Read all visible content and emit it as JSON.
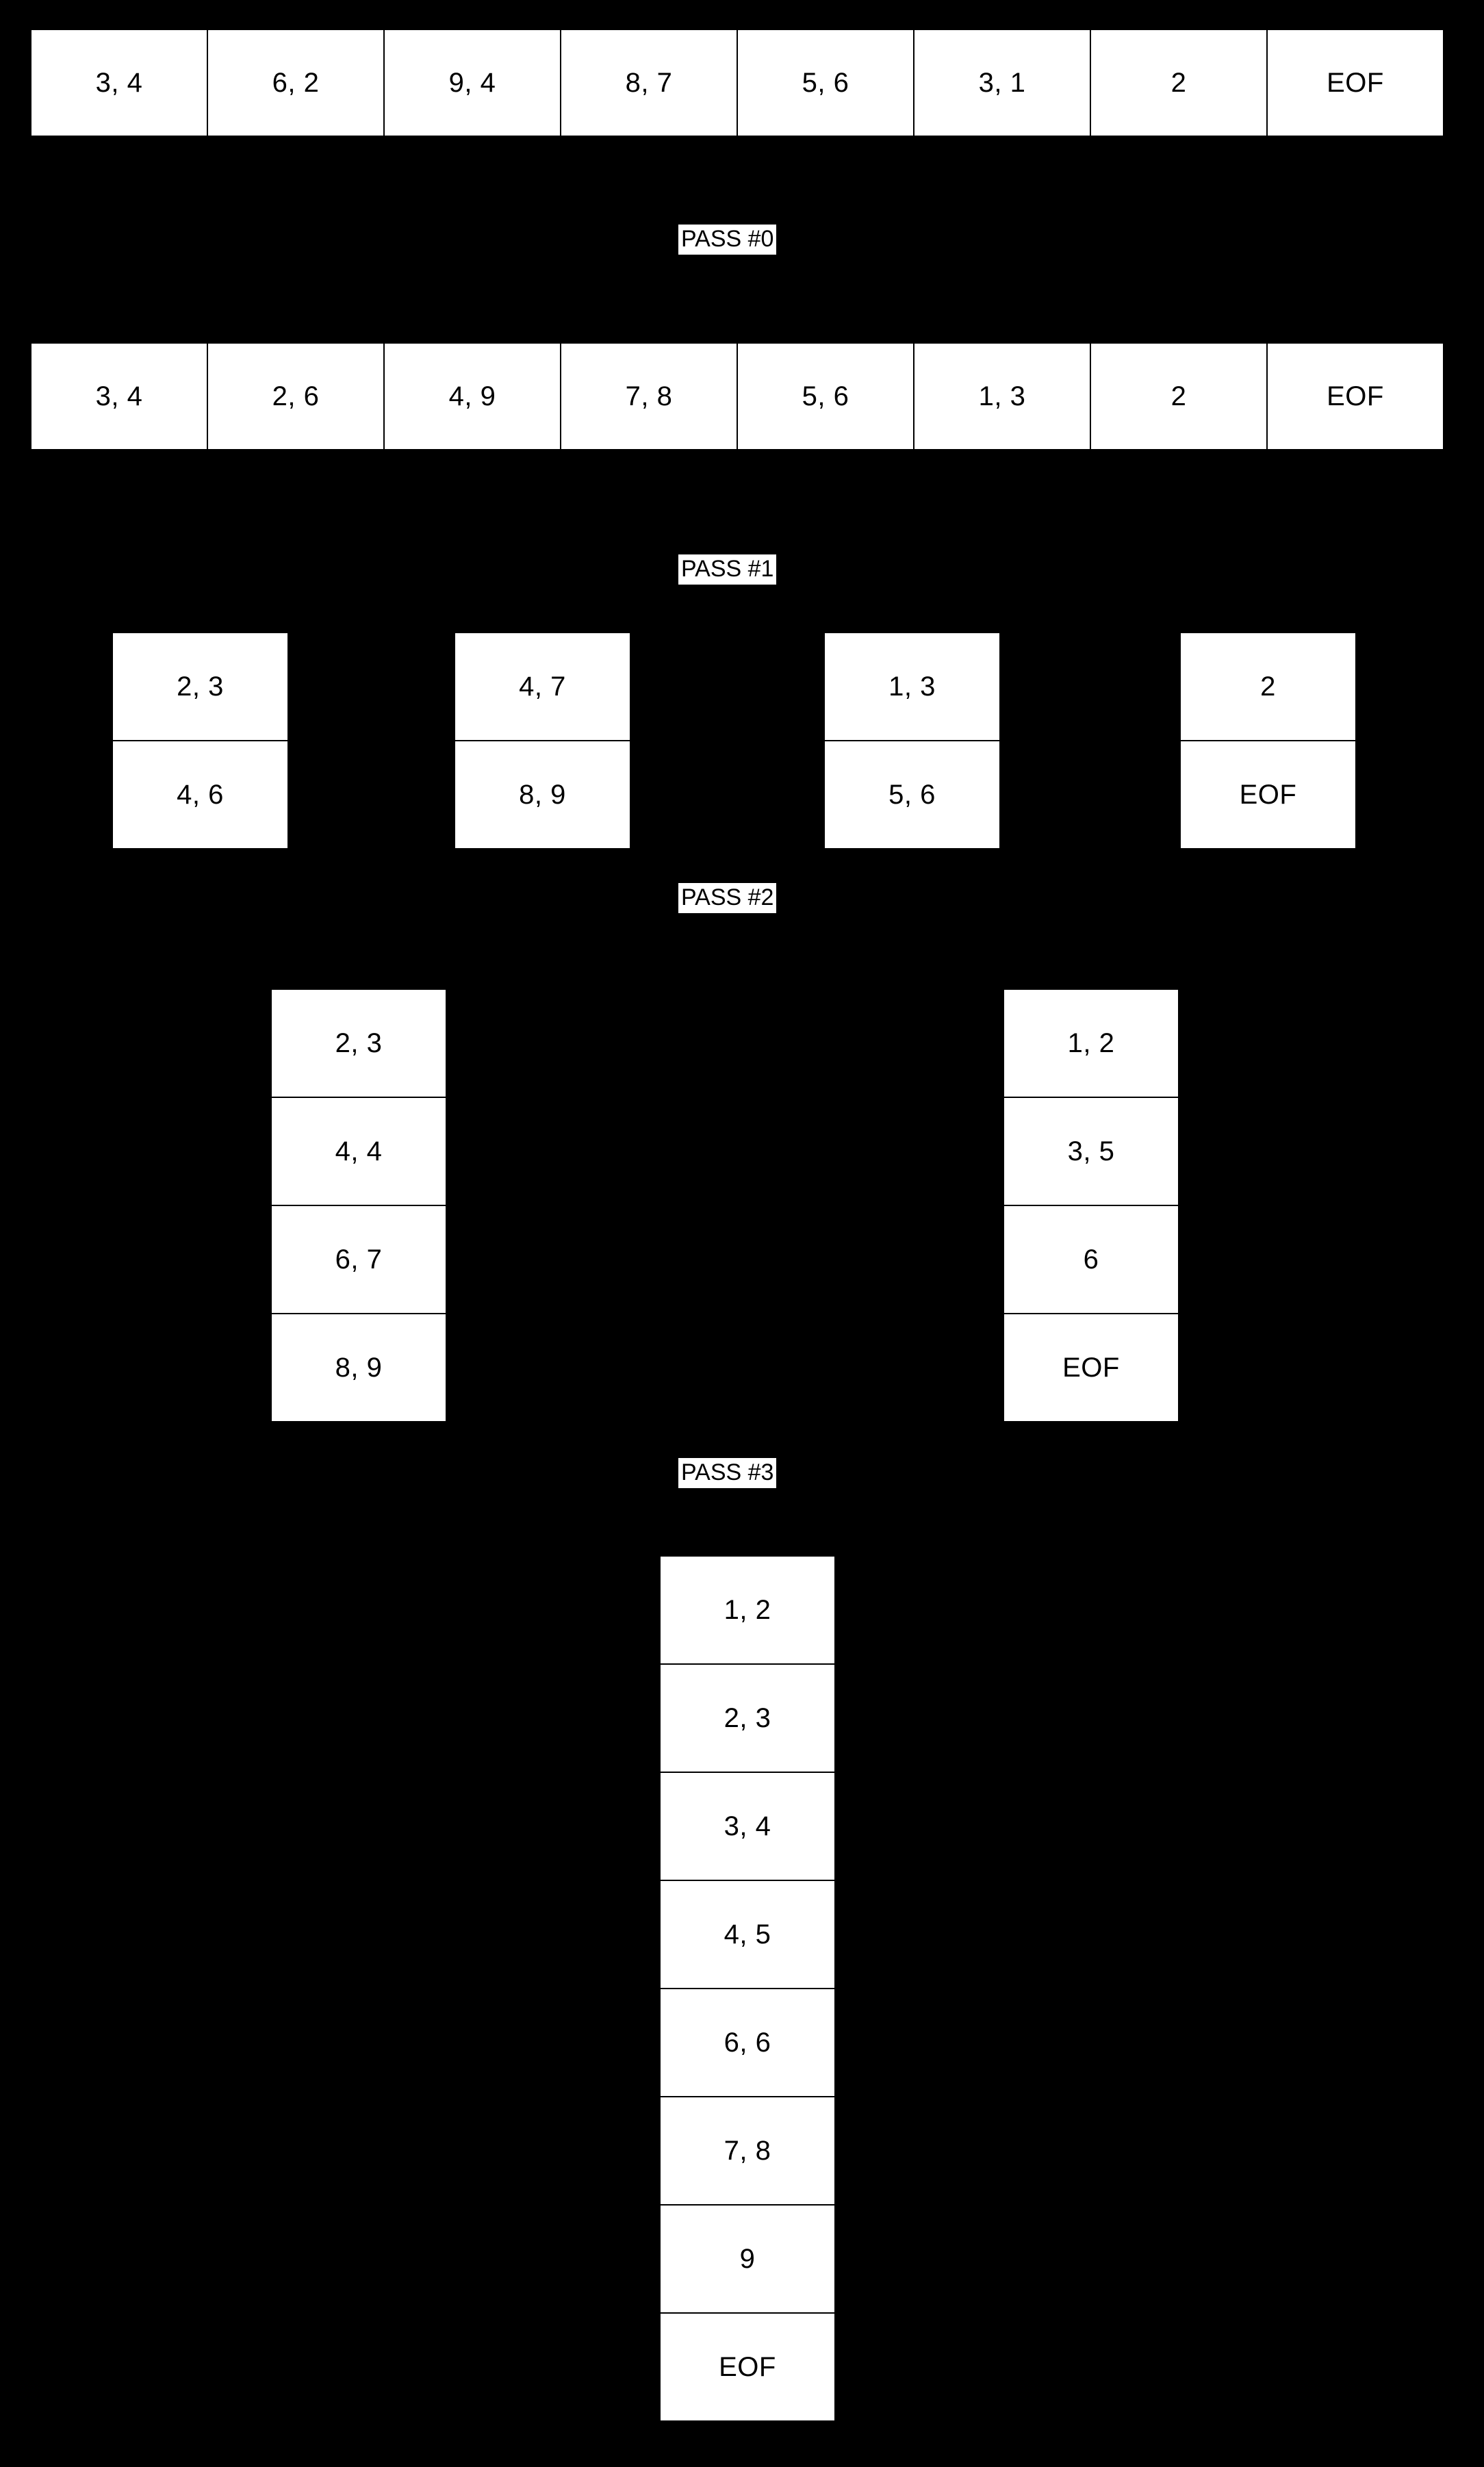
{
  "diagram": {
    "title": "External Merge Sort Pass Diagram",
    "background_color": "#000000",
    "cell_fill_color": "#ffffff",
    "cell_border_color": "#000000",
    "label_text_color": "#000000",
    "label_fill_color": "#ffffff"
  },
  "labels": {
    "pass0": "PASS #0",
    "pass1": "PASS #1",
    "pass2": "PASS #2",
    "pass3": "PASS #3"
  },
  "stages": [
    {
      "id": "initial-runs",
      "orientation": "horizontal",
      "runs": [
        {
          "cells": [
            "3, 4"
          ]
        },
        {
          "cells": [
            "6, 2"
          ]
        },
        {
          "cells": [
            "9, 4"
          ]
        },
        {
          "cells": [
            "8, 7"
          ]
        },
        {
          "cells": [
            "5, 6"
          ]
        },
        {
          "cells": [
            "3, 1"
          ]
        },
        {
          "cells": [
            "2"
          ]
        },
        {
          "cells": [
            "EOF"
          ]
        }
      ]
    },
    {
      "id": "after-pass0",
      "orientation": "horizontal",
      "runs": [
        {
          "cells": [
            "3, 4"
          ]
        },
        {
          "cells": [
            "2, 6"
          ]
        },
        {
          "cells": [
            "4, 9"
          ]
        },
        {
          "cells": [
            "7, 8"
          ]
        },
        {
          "cells": [
            "5, 6"
          ]
        },
        {
          "cells": [
            "1, 3"
          ]
        },
        {
          "cells": [
            "2"
          ]
        },
        {
          "cells": [
            "EOF"
          ]
        }
      ]
    },
    {
      "id": "after-pass1",
      "orientation": "vertical-groups",
      "runs": [
        {
          "cells": [
            "2, 3",
            "4, 6"
          ]
        },
        {
          "cells": [
            "4, 7",
            "8, 9"
          ]
        },
        {
          "cells": [
            "1, 3",
            "5, 6"
          ]
        },
        {
          "cells": [
            "2",
            "EOF"
          ]
        }
      ]
    },
    {
      "id": "after-pass2",
      "orientation": "vertical-groups",
      "runs": [
        {
          "cells": [
            "2, 3",
            "4, 4",
            "6, 7",
            "8, 9"
          ]
        },
        {
          "cells": [
            "1, 2",
            "3, 5",
            "6",
            "EOF"
          ]
        }
      ]
    },
    {
      "id": "after-pass3",
      "orientation": "vertical-groups",
      "runs": [
        {
          "cells": [
            "1, 2",
            "2, 3",
            "3, 4",
            "4, 5",
            "6, 6",
            "7, 8",
            "9",
            "EOF"
          ]
        }
      ]
    }
  ]
}
